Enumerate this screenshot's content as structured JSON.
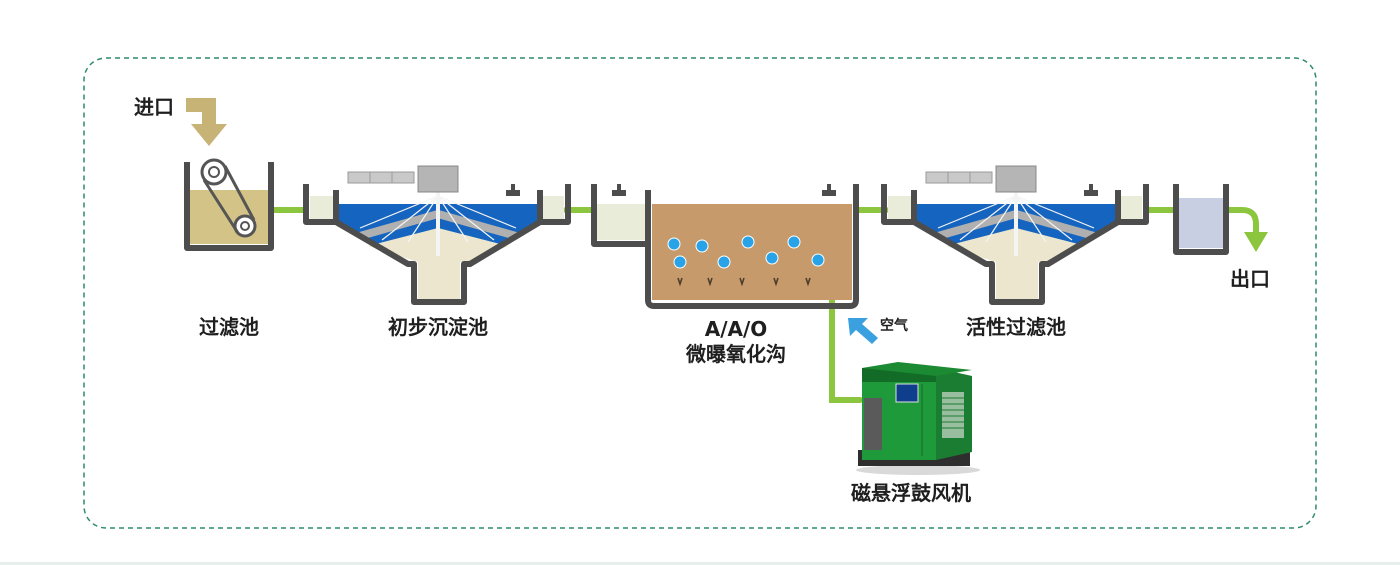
{
  "labels": {
    "inlet": "进口",
    "outlet": "出口",
    "filter_tank": "过滤池",
    "primary_clarifier": "初步沉淀池",
    "aao_line1": "A/A/O",
    "aao_line2": "微曝氧化沟",
    "air": "空气",
    "activated_filter": "活性过滤池",
    "blower": "磁悬浮鼓风机"
  },
  "colors": {
    "pipe_green": "#8cc63f",
    "inlet_arrow": "#c8b377",
    "tank_outline": "#4d4d4d",
    "water_blue": "#1565c0",
    "sludge_beige": "#ece6cf",
    "filter_fill": "#d4c387",
    "ditch_fill": "#c69a6a",
    "bubble_blue": "#29a3e8",
    "outlet_water": "#c9cfe3",
    "border_dash": "#2f8b6a",
    "blower_green": "#1f9a3a",
    "air_arrow": "#3aa0e0"
  }
}
